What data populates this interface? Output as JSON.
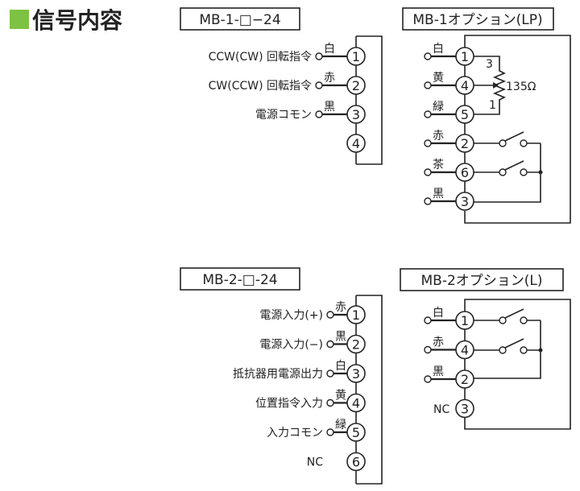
{
  "title": {
    "text": "信号内容",
    "marker_color": "#7dc242"
  },
  "diagrams": [
    {
      "id": "mb1",
      "label": "MB-1-□−24",
      "pins": [
        {
          "num": "1",
          "wire": "白",
          "signal": "CCW(CW) 回転指令"
        },
        {
          "num": "2",
          "wire": "赤",
          "signal": "CW(CCW) 回転指令"
        },
        {
          "num": "3",
          "wire": "黒",
          "signal": "電源コモン"
        },
        {
          "num": "4",
          "wire": "",
          "signal": ""
        }
      ]
    },
    {
      "id": "mb1-option",
      "label": "MB-1オプション(LP)",
      "pins": [
        {
          "num": "1",
          "wire": "白"
        },
        {
          "num": "4",
          "wire": "黄"
        },
        {
          "num": "5",
          "wire": "緑"
        },
        {
          "num": "2",
          "wire": "赤"
        },
        {
          "num": "6",
          "wire": "茶"
        },
        {
          "num": "3",
          "wire": "黒"
        }
      ],
      "resistor": {
        "value": "135Ω",
        "end_top": "3",
        "end_bottom": "1"
      }
    },
    {
      "id": "mb2",
      "label": "MB-2-□-24",
      "pins": [
        {
          "num": "1",
          "wire": "赤",
          "signal": "電源入力(+)"
        },
        {
          "num": "2",
          "wire": "黒",
          "signal": "電源入力(−)"
        },
        {
          "num": "3",
          "wire": "白",
          "signal": "抵抗器用電源出力"
        },
        {
          "num": "4",
          "wire": "黄",
          "signal": "位置指令入力"
        },
        {
          "num": "5",
          "wire": "緑",
          "signal": "入力コモン"
        },
        {
          "num": "6",
          "wire": "",
          "signal": "NC"
        }
      ]
    },
    {
      "id": "mb2-option",
      "label": "MB-2オプション(L)",
      "pins": [
        {
          "num": "1",
          "wire": "白"
        },
        {
          "num": "4",
          "wire": "赤"
        },
        {
          "num": "2",
          "wire": "黒"
        },
        {
          "num": "3",
          "wire": "",
          "nc": "NC"
        }
      ]
    }
  ]
}
